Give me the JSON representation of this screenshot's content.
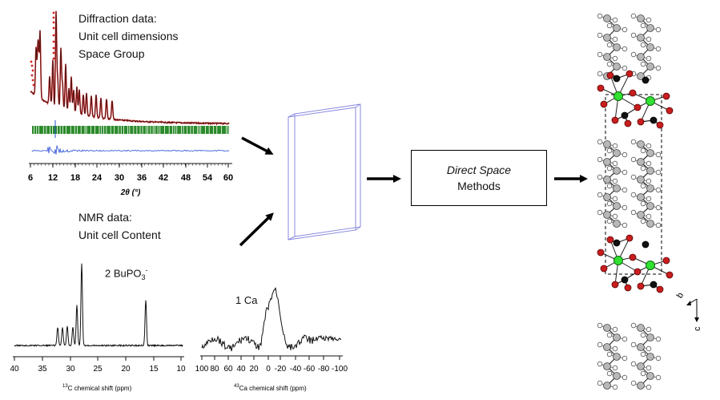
{
  "xrd": {
    "header": [
      "Diffraction data:",
      "Unit cell dimensions",
      "Space Group"
    ],
    "ticks": [
      "6",
      "12",
      "18",
      "24",
      "30",
      "36",
      "42",
      "48",
      "54",
      "60"
    ],
    "xlabel": "2θ (°)",
    "colors": {
      "observed": "#d32020",
      "calc": "#111111",
      "bragg": "#2a8a2a",
      "difference": "#2b4fd6"
    }
  },
  "nmr": {
    "header": [
      "NMR data:",
      "Unit cell Content"
    ],
    "c13": {
      "annotation": {
        "prefix": "2 BuPO",
        "sub": "3",
        "sup": "-"
      },
      "ticks": [
        "40",
        "35",
        "30",
        "25",
        "20",
        "15",
        "10"
      ],
      "xlabel": {
        "sup": "13",
        "rest": "C chemical shift (ppm)"
      }
    },
    "ca43": {
      "annotation": "1 Ca",
      "ticks": [
        "100",
        "80",
        "60",
        "40",
        "20",
        "0",
        "-20",
        "-40",
        "-60",
        "-80",
        "-100"
      ],
      "xlabel": {
        "sup": "43",
        "rest": "Ca chemical shift (ppm)"
      }
    }
  },
  "method_box": {
    "line1": "Direct Space",
    "line2": "Methods"
  },
  "crystal": {
    "axis_b": "b",
    "axis_c": "c"
  }
}
